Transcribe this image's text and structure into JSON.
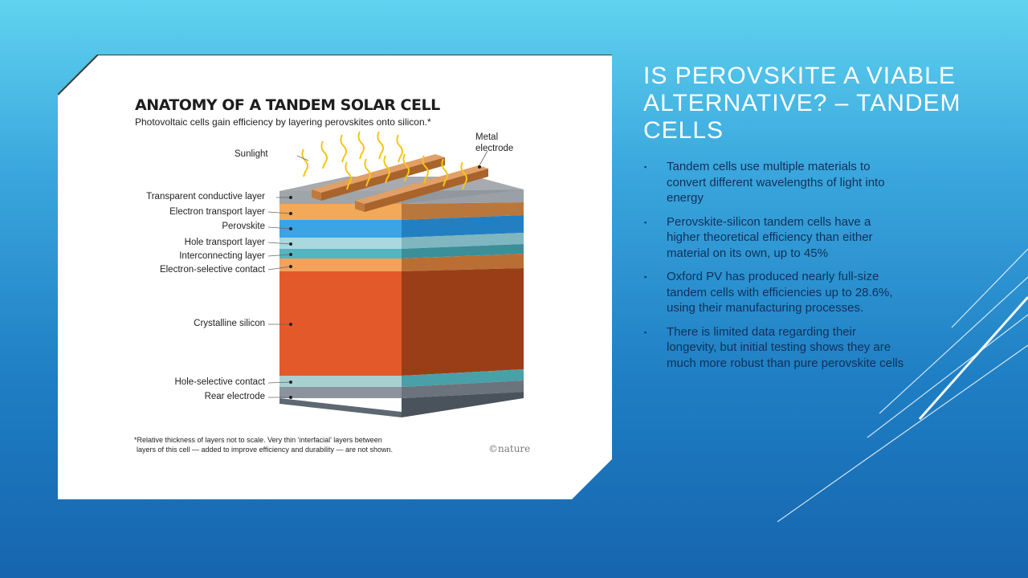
{
  "slide": {
    "title": "Is perovskite a viable alternative? – tandem cells",
    "bullets": [
      "Tandem cells use multiple materials to convert different wavelengths of light into energy",
      "Perovskite-silicon tandem cells have a higher theoretical efficiency  than either material on its own, up to 45%",
      "Oxford PV has produced nearly full-size tandem cells with efficiencies up to 28.6%, using their manufacturing processes.",
      "There is limited data regarding their longevity, but initial testing shows they are much more robust than pure perovskite cells"
    ],
    "bullet_marker": "▪"
  },
  "figure": {
    "title": "ANATOMY OF A TANDEM SOLAR CELL",
    "subtitle": "Photovoltaic cells gain efficiency by layering perovskites onto silicon.*",
    "label_sunlight": "Sunlight",
    "label_metal_electrode_1": "Metal",
    "label_metal_electrode_2": "electrode",
    "layers": [
      "Transparent conductive layer",
      "Electron transport layer",
      "Perovskite",
      "Hole transport layer",
      "Interconnecting layer",
      "Electron-selective contact",
      "Crystalline silicon",
      "Hole-selective contact",
      "Rear electrode"
    ],
    "footnote_1": "*Relative thickness of layers not to scale. Very thin ‘interfacial’ layers between",
    "footnote_2": "layers of this cell — added to improve efficiency and durability — are not shown.",
    "credit": "©nature"
  },
  "colors": {
    "background_top": "#5fd3ef",
    "background_bottom": "#1665ae",
    "title_text": "#ffffff",
    "body_text": "#10315a",
    "perovskite": "#2a9be0",
    "silicon": "#e25a24",
    "electron_transport": "#f2a657",
    "sunlight_arrows": "#f5c518"
  }
}
